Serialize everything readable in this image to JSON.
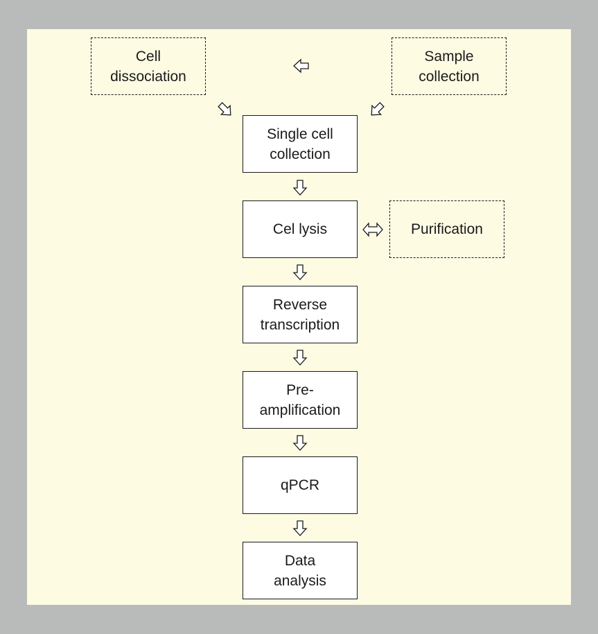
{
  "boxes": {
    "cell_dissociation": "Cell\ndissociation",
    "sample_collection": "Sample\ncollection",
    "single_cell_collection": "Single cell\ncollection",
    "cell_lysis": "Cel lysis",
    "purification": "Purification",
    "reverse_transcription": "Reverse\ntranscription",
    "pre_amplification": "Pre-\namplification",
    "qpcr": "qPCR",
    "data_analysis": "Data\nanalysis"
  },
  "colors": {
    "background": "#b9bbba",
    "panel": "#fefbe3",
    "stroke": "#1a1a1a"
  },
  "icons": [
    "left-arrow-icon",
    "down-right-arrow-icon",
    "down-left-arrow-icon",
    "down-arrow-icon",
    "left-right-arrow-icon"
  ]
}
